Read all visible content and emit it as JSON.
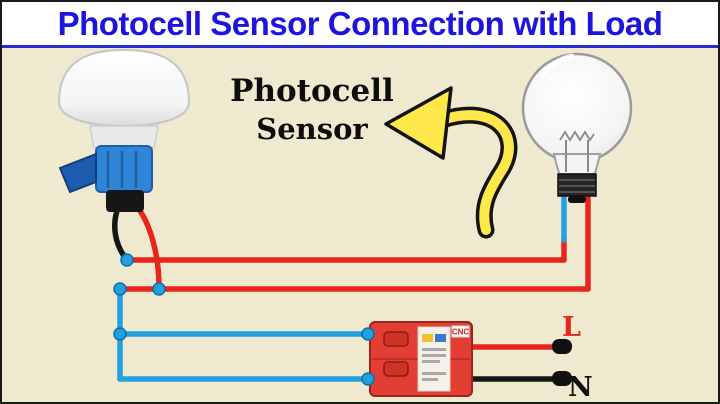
{
  "title": "Photocell Sensor Connection with Load",
  "diagram": {
    "sensor_label_line1": "Photocell",
    "sensor_label_line2": "Sensor",
    "line_terminal": "L",
    "neutral_terminal": "N",
    "breaker_brand": "CNC"
  },
  "colors": {
    "background": "#efe9cf",
    "title": "#1d15dd",
    "live_wire": "#e8251c",
    "neutral_wire": "#22a0e0",
    "black_wire": "#161616",
    "arrow": "#ffe94a",
    "breaker": "#e23e34",
    "sensor_base_blue": "#2f85d8"
  }
}
